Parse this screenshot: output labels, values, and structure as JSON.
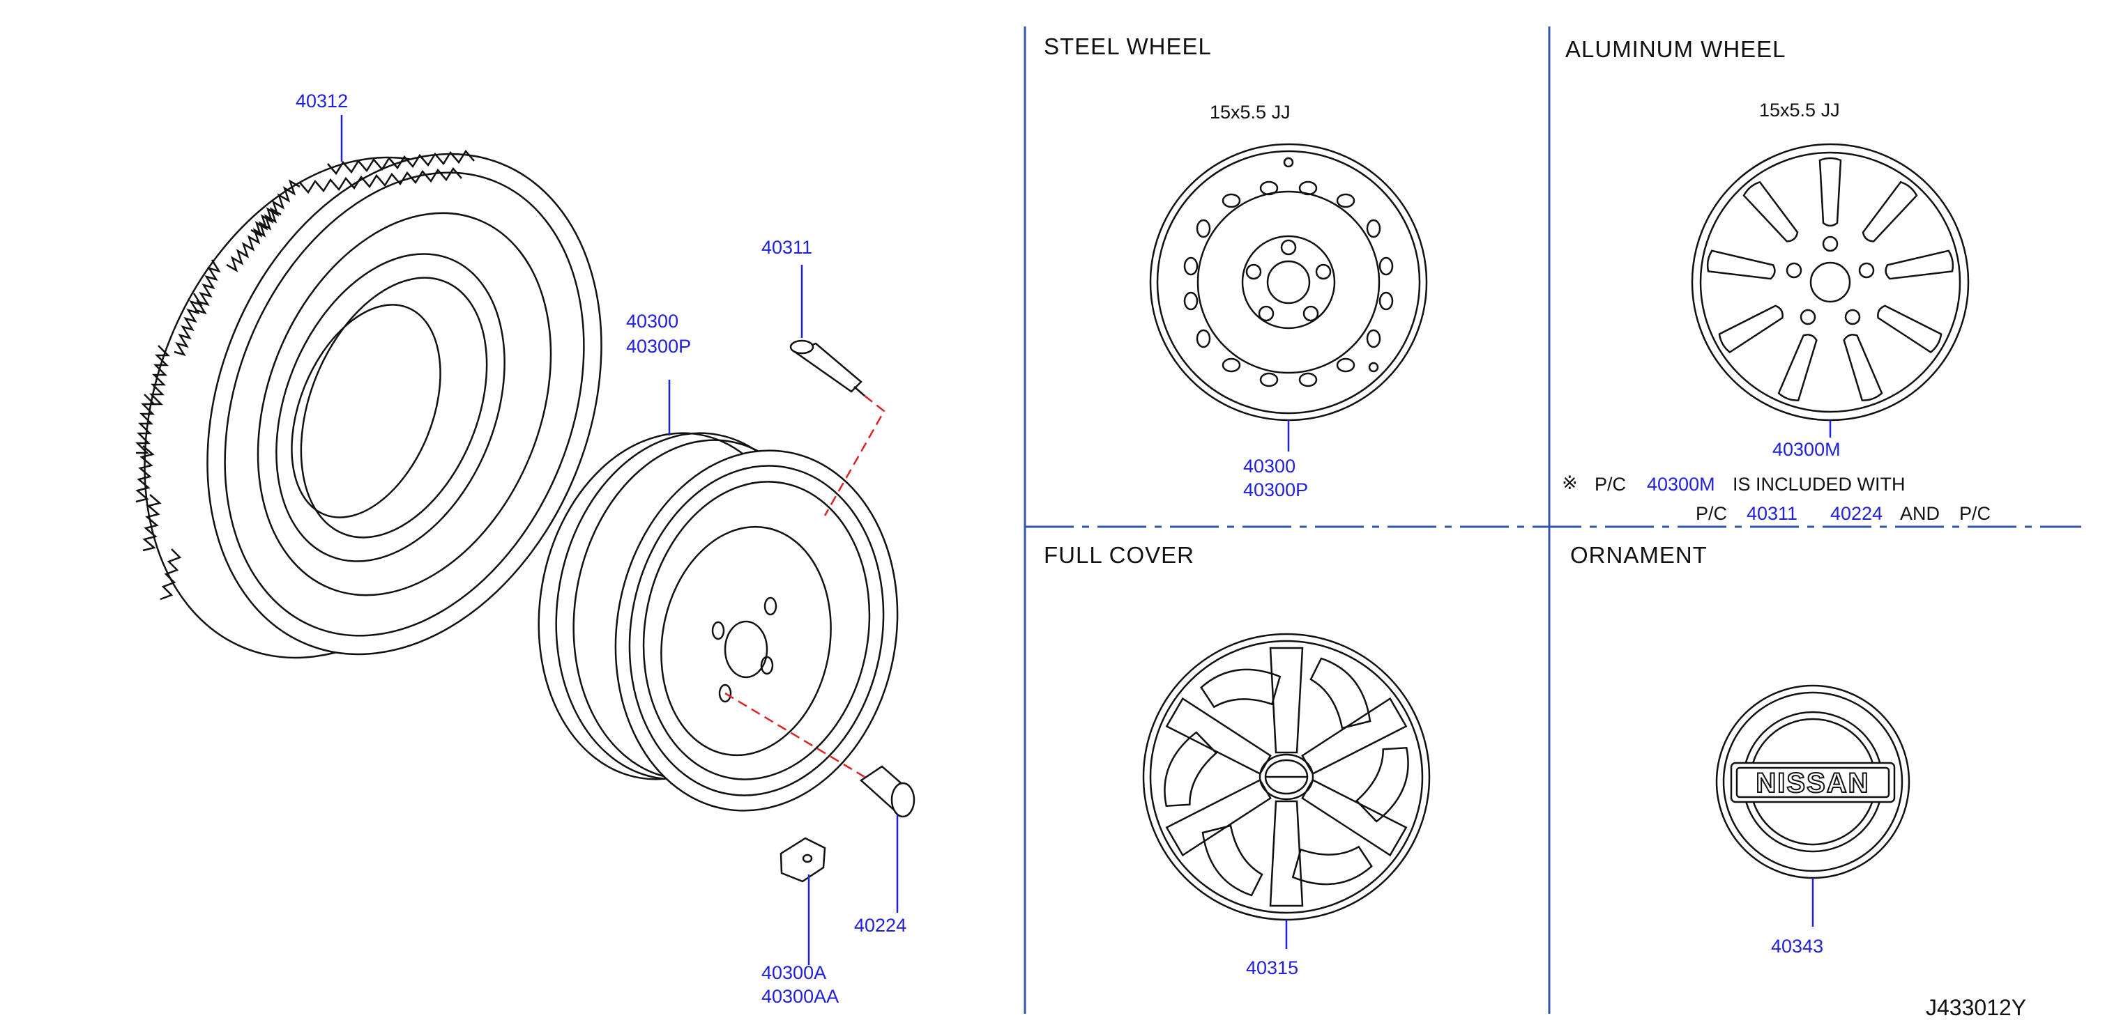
{
  "sections": {
    "steel_wheel": "STEEL   WHEEL",
    "aluminum_wheel": "ALUMINUM   WHEEL",
    "full_cover": "FULL   COVER",
    "ornament": "ORNAMENT"
  },
  "wheel_sizes": {
    "steel": "15x5.5   JJ",
    "aluminum": "15x5.5   JJ"
  },
  "part_numbers": {
    "tire": "40312",
    "valve": "40311",
    "wheel_a": "40300",
    "wheel_b": "40300P",
    "nut": "40224",
    "weight_a": "40300A",
    "weight_b": "40300AA",
    "steel_a": "40300",
    "steel_b": "40300P",
    "aluminum": "40300M",
    "full_cover": "40315",
    "ornament": "40343"
  },
  "note": {
    "mark": "※",
    "pc_label": "P/C",
    "pc_number": "40300M",
    "line1_rest": "IS   INCLUDED   WITH",
    "line2_a": "P/C",
    "line2_b": "40311",
    "line2_c": "40224",
    "line2_d": "AND",
    "line2_e": "P/C"
  },
  "ornament_logo": "NISSAN",
  "diagram_code": "J433012Y",
  "colors": {
    "line": "#111111",
    "callout": "#1f1fe0",
    "guide": "#dd2222",
    "divider": "#3355aa"
  }
}
